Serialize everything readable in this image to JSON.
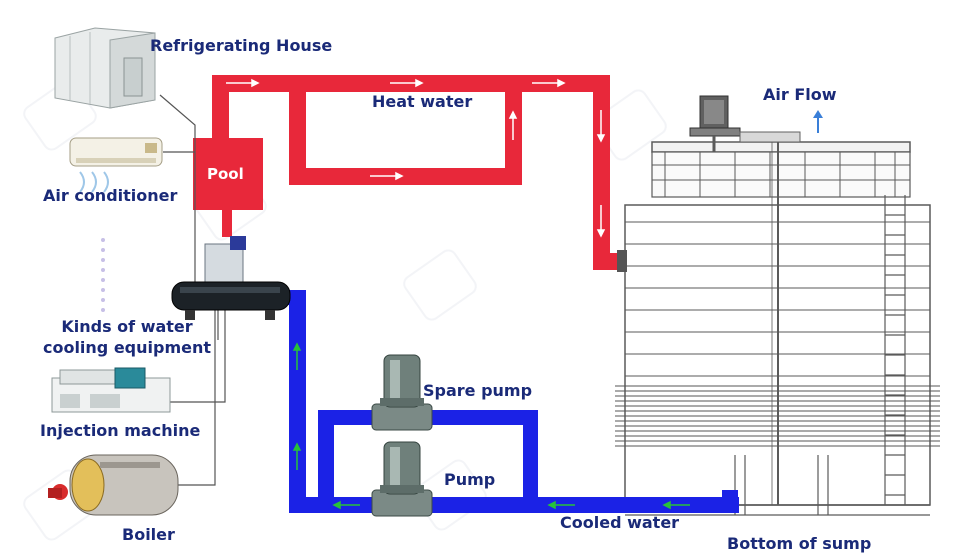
{
  "labels": {
    "refrigerating_house": "Refrigerating House",
    "air_conditioner": "Air conditioner",
    "pool": "Pool",
    "heat_water": "Heat water",
    "air_flow": "Air Flow",
    "kinds_of_water_line1": "Kinds of water",
    "kinds_of_water_line2": "cooling equipment",
    "injection_machine": "Injection machine",
    "boiler": "Boiler",
    "spare_pump": "Spare pump",
    "pump": "Pump",
    "cooled_water": "Cooled water",
    "bottom_of_sump": "Bottom of sump"
  },
  "colors": {
    "hot_pipe": "#e8283a",
    "cold_pipe": "#1b22e6",
    "label_text": "#1a2a78",
    "tower_line": "#5a5a5a",
    "air_arrow": "#3a7fd8",
    "flow_arrow_hot": "#ffffff",
    "flow_arrow_cold": "#27c23a"
  },
  "icons": {
    "refrigerating_house": "cold-room-icon",
    "air_conditioner": "split-ac-icon",
    "chiller": "water-chiller-icon",
    "injection_machine": "injection-molding-icon",
    "boiler": "boiler-icon",
    "pump": "vertical-pump-icon",
    "tower": "cooling-tower-icon",
    "fan_motor": "fan-motor-icon"
  }
}
